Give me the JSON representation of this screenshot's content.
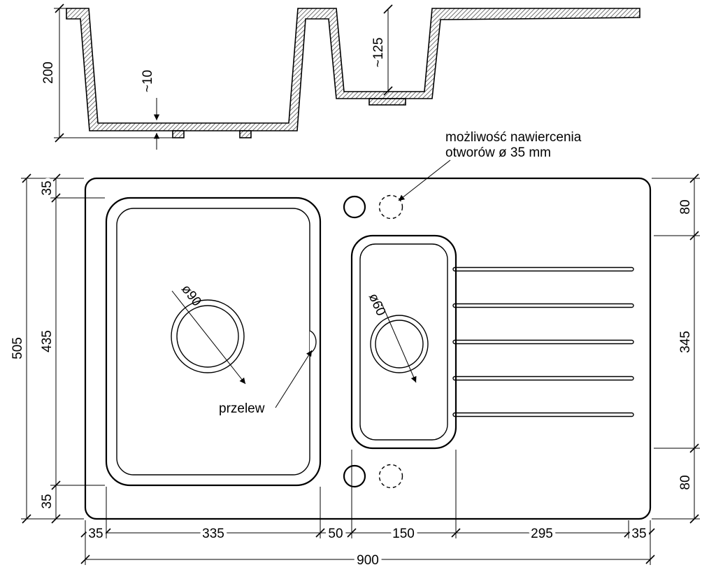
{
  "drawing": {
    "annotations": {
      "drill_note_line1": "możliwość nawiercenia",
      "drill_note_line2": "otworów ø 35 mm",
      "overflow_label": "przelew",
      "large_drain_diameter": "ø90",
      "small_drain_diameter": "ø60"
    },
    "section_dimensions": {
      "total_depth": "200",
      "bottom_thickness": "~10",
      "small_bowl_depth": "~125"
    },
    "plan_dimensions": {
      "overall_width": "900",
      "overall_depth": "505",
      "left_top_margin": "35",
      "bowl_length": "435",
      "left_bottom_margin": "35",
      "right_top_margin": "80",
      "drainer_length": "345",
      "right_bottom_margin": "80",
      "bottom_segments": [
        "35",
        "335",
        "50",
        "150",
        "295",
        "35"
      ]
    },
    "colors": {
      "line": "#000000",
      "background": "#ffffff"
    }
  }
}
